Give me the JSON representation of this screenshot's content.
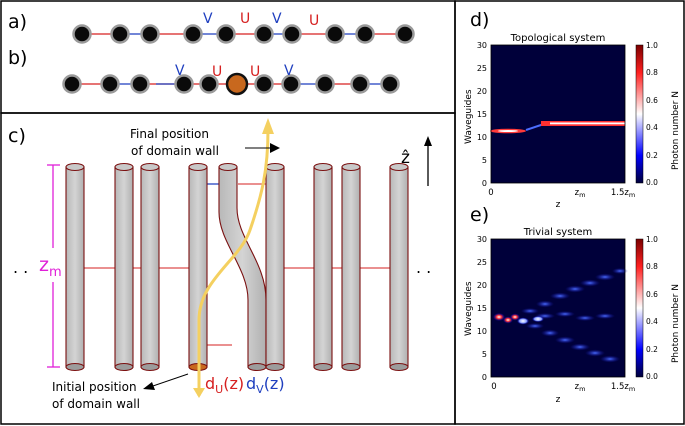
{
  "panels": {
    "a": "a)",
    "b": "b)",
    "c": "c)",
    "d": "d)",
    "e": "e)"
  },
  "chain_a": {
    "hopping_labels": [
      "V",
      "U",
      "V",
      "U"
    ],
    "colors": {
      "v": "#1f3fbf",
      "u": "#d62020"
    }
  },
  "chain_b": {
    "hopping_labels": [
      "V",
      "U",
      "U",
      "V"
    ]
  },
  "schematic": {
    "final_label_line1": "Final position",
    "final_label_line2": "of domain wall",
    "initial_label_line1": "Initial position",
    "initial_label_line2": "of domain wall",
    "z_axis": "ẑ",
    "zm_base": "z",
    "zm_sub": "m",
    "du": "d",
    "du_sub": "U",
    "du_arg": "(z)",
    "dv": "d",
    "dv_sub": "V",
    "dv_arg": "(z)",
    "ellipsis_left": ". .",
    "ellipsis_right": ". ."
  },
  "heatmap_d": {
    "title": "Topological system",
    "ylabel": "Waveguides",
    "xlabel": "z",
    "yticks": [
      "0",
      "5",
      "10",
      "15",
      "20",
      "25",
      "30"
    ],
    "xticks": [
      "0",
      "z",
      "1.5z"
    ],
    "xtick_sub": "m",
    "colorbar_label": "Photon number N",
    "colorbar_ticks": [
      "0.0",
      "0.2",
      "0.4",
      "0.6",
      "0.8",
      "1.0"
    ]
  },
  "heatmap_e": {
    "title": "Trivial system",
    "ylabel": "Waveguides",
    "xlabel": "z",
    "yticks": [
      "0",
      "5",
      "10",
      "15",
      "20",
      "25",
      "30"
    ],
    "xticks": [
      "0",
      "z",
      "1.5z"
    ],
    "xtick_sub": "m",
    "colorbar_label": "Photon number N",
    "colorbar_ticks": [
      "0.0",
      "0.2",
      "0.4",
      "0.6",
      "0.8",
      "1.0"
    ]
  }
}
